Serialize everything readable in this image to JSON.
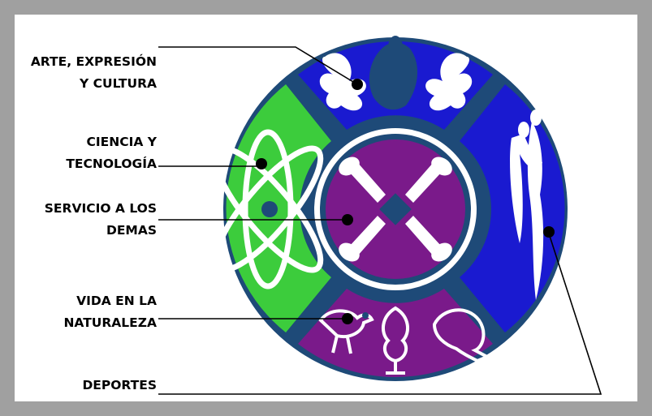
{
  "labels": {
    "arte": [
      "ARTE, EXPRESIÓN",
      "Y CULTURA"
    ],
    "ciencia": [
      "CIENCIA Y",
      "TECNOLOGÍA"
    ],
    "servicio": [
      "SERVICIO A LOS",
      "DEMAS"
    ],
    "vida": [
      "VIDA EN LA",
      "NATURALEZA"
    ],
    "deportes": [
      "DEPORTES"
    ]
  },
  "colors": {
    "frame": "#a0a0a0",
    "outer_ring": "#1e4a78",
    "arte_segment": "#1a1ad0",
    "ciencia_segment": "#3ccc3c",
    "deportes_segment": "#1a1ad0",
    "vida_segment": "#7a1a8a",
    "center_disc": "#7a1a8a",
    "icon": "#ffffff",
    "accent_dark": "#1e4a78"
  },
  "icons": {
    "arte": "dancing-figures-icon",
    "ciencia": "atom-icon",
    "deportes": "athletes-icon",
    "vida": "bird-tree-fish-icon",
    "servicio": "crossed-hands-icon"
  }
}
